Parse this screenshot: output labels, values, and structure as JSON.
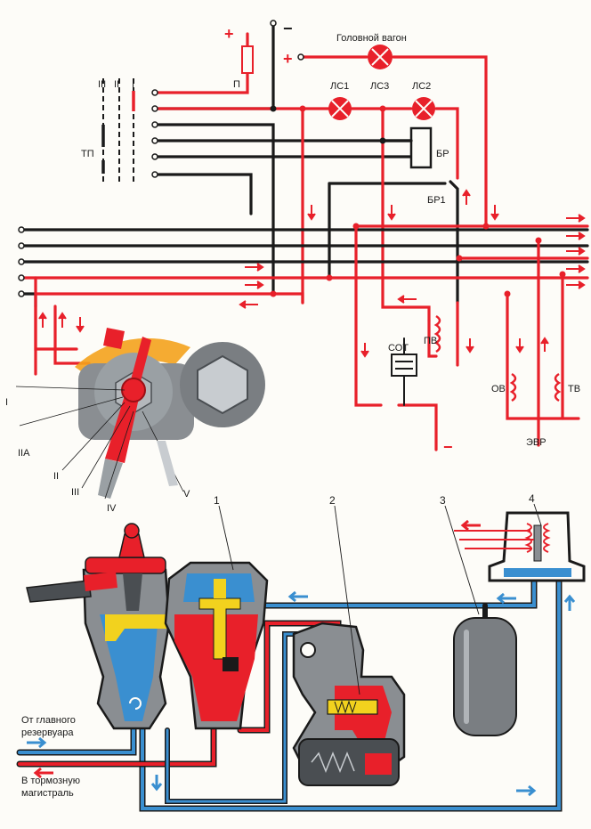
{
  "colors": {
    "red": "#e8202a",
    "black": "#1a1a1a",
    "blue": "#3a8fd0",
    "yellow": "#f2d21e",
    "orange": "#f4a21c",
    "grey": "#8a8e92",
    "dark_grey": "#4a4e52"
  },
  "electrical": {
    "lead_car": "Головной вагон",
    "fuse": "П",
    "controller": "ТП",
    "lamp_1": "ЛС1",
    "lamp_3": "ЛС3",
    "lamp_2": "ЛС2",
    "relay_br": "БР",
    "contact_br1": "БР1",
    "valve_pv": "ПВ",
    "sot": "СОТ",
    "coil_ov": "ОВ",
    "coil_tv": "ТВ",
    "evr": "ЭВР",
    "plus_top": "+",
    "minus_top": "−",
    "plus_lamp": "+",
    "minus_bottom": "−",
    "positions_controller": [
      "III",
      "II",
      "I"
    ]
  },
  "handle_positions": [
    "I",
    "IIА",
    "II",
    "III",
    "IV",
    "V"
  ],
  "pneumatic": {
    "callouts": [
      "1",
      "2",
      "3",
      "4"
    ],
    "from_main_reservoir": [
      "От главного",
      "резервуара"
    ],
    "to_brake_line": [
      "В тормозную",
      "магистраль"
    ]
  }
}
